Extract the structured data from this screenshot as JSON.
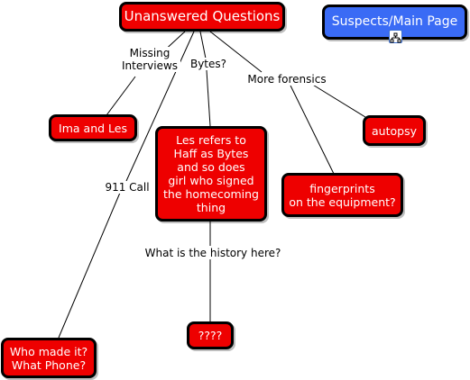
{
  "concept_map": {
    "root": "Unanswered Questions",
    "main_page_link": "Suspects/Main Page",
    "link_icon": "concept-map-link-icon",
    "nodes": {
      "ima_and_les": "Ima and Les",
      "les_refers": "Les refers to\nHaff as Bytes\nand so does\ngirl who signed\nthe homecoming\nthing",
      "autopsy": "autopsy",
      "fingerprints": "fingerprints\non the equipment?",
      "who_made_it": "Who made it?\nWhat Phone?",
      "question_marks": "????"
    },
    "link_labels": {
      "missing_interviews": "Missing\nInterviews",
      "bytes": "Bytes?",
      "more_forensics": "More forensics",
      "call_911": "911 Call",
      "history": "What is the history here?"
    },
    "colors": {
      "node_fill": "#ee0000",
      "link_node_fill": "#3a6bf5",
      "border": "#000000",
      "text": "#ffffff"
    }
  }
}
